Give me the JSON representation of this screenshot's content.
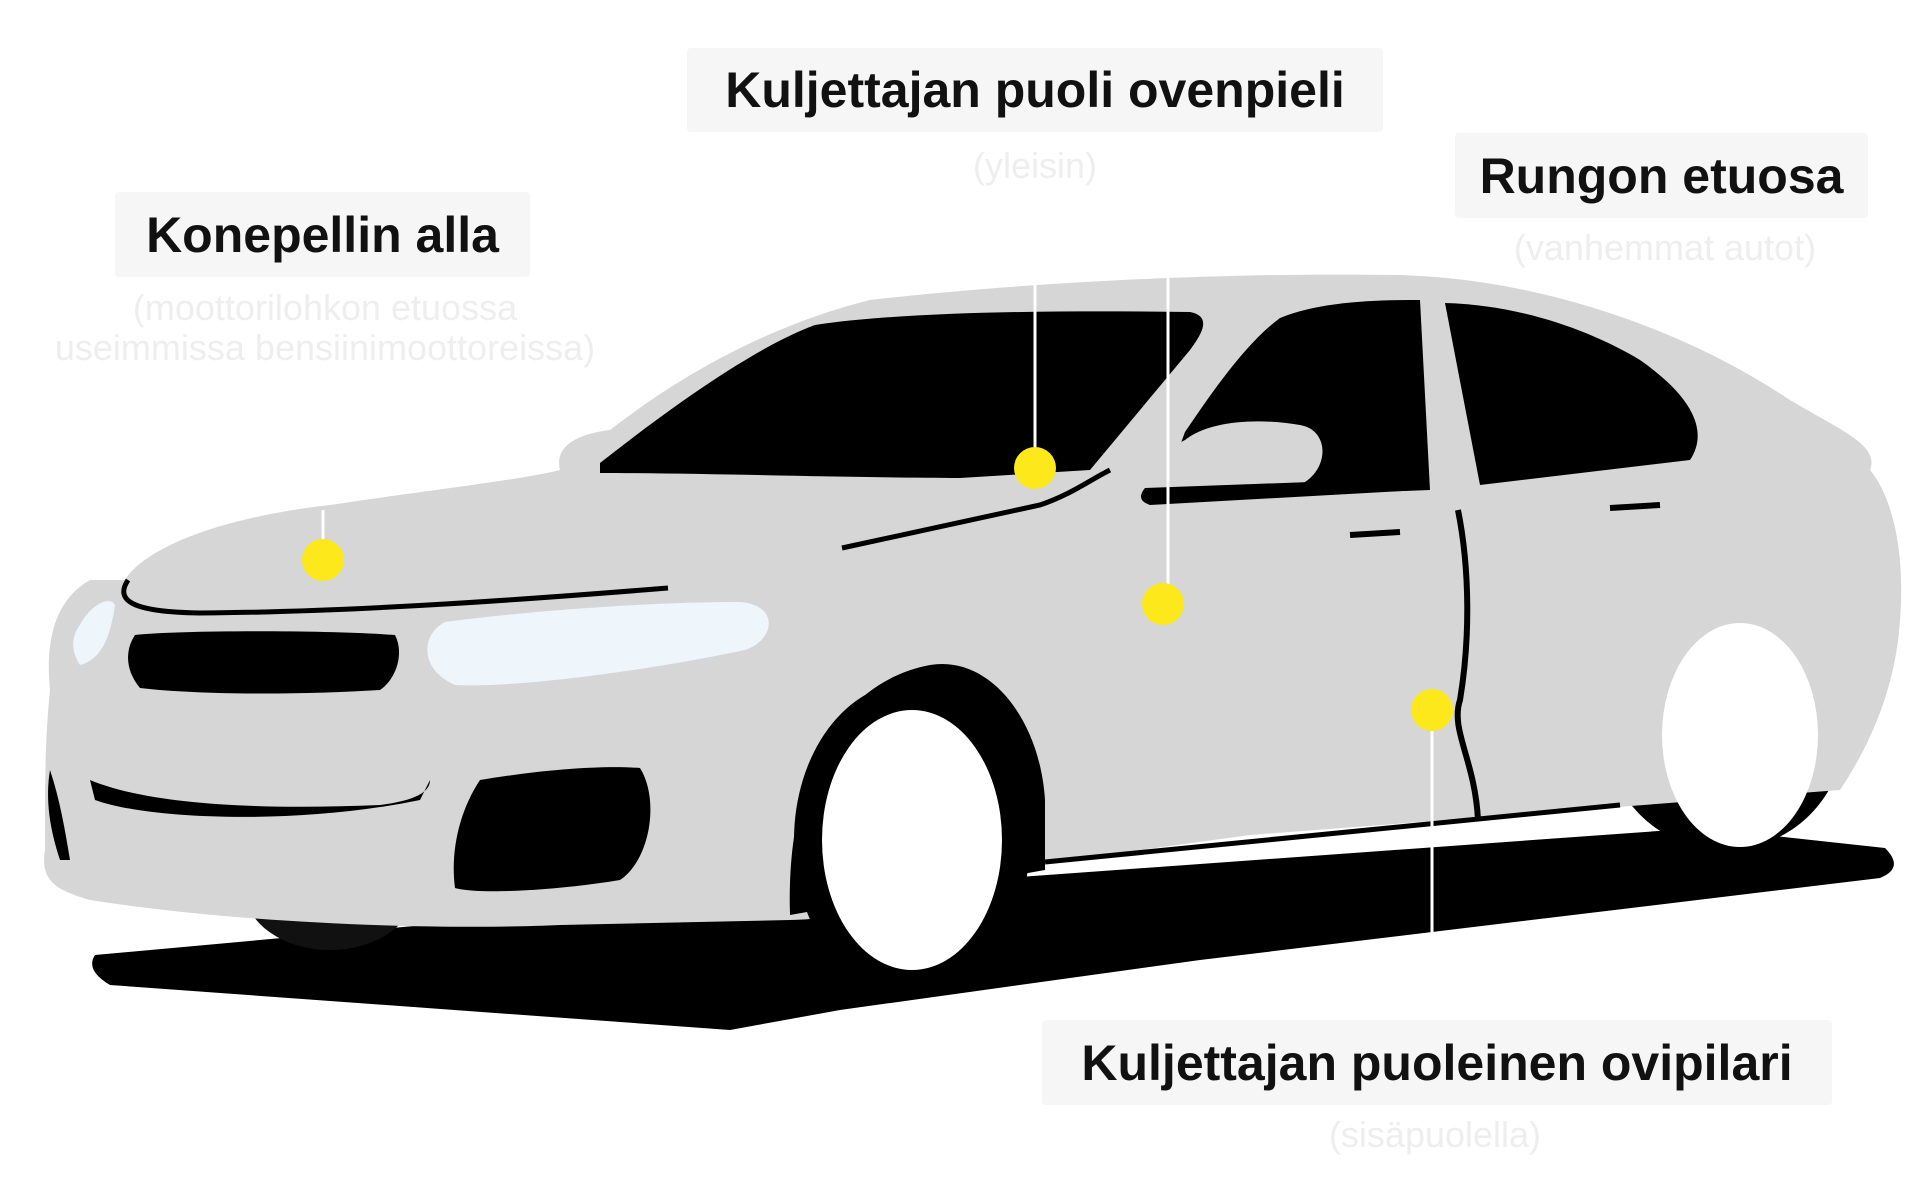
{
  "colors": {
    "car_body": "#d6d6d6",
    "dark": "#000000",
    "marker": "#fde81c",
    "headlight": "#eef6fc",
    "label_bg": "#f6f6f6",
    "sublabel": "#eeeeee"
  },
  "labels": {
    "under_hood": {
      "title": "Konepellin alla",
      "sub_line1": "(moottorilohkon etuossa",
      "sub_line2": "useimmissa bensiinimoottoreissa)"
    },
    "door_jamb": {
      "title": "Kuljettajan puoli ovenpieli",
      "sub": "(yleisin)"
    },
    "frame_front": {
      "title": "Rungon etuosa",
      "sub": "(vanhemmat autot)"
    },
    "door_pillar": {
      "title": "Kuljettajan puoleinen ovipilari",
      "sub": "(sisäpuolella)"
    }
  },
  "icons": {
    "marker": "location-dot",
    "car": "sedan-car-illustration"
  }
}
